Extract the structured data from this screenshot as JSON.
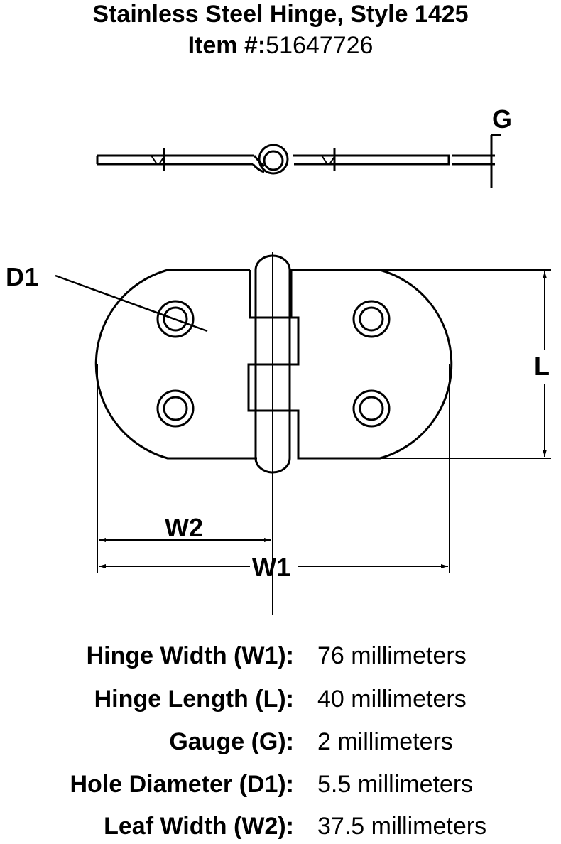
{
  "title": "Stainless Steel Hinge, Style 1425",
  "item_label": "Item #:",
  "item_number": "51647726",
  "diagram_labels": {
    "g": "G",
    "d1": "D1",
    "l": "L",
    "w1": "W1",
    "w2": "W2"
  },
  "specs": [
    {
      "label": "Hinge Width (W1):",
      "value": "76 millimeters"
    },
    {
      "label": "Hinge Length (L):",
      "value": "40 millimeters"
    },
    {
      "label": "Gauge (G):",
      "value": "2 millimeters"
    },
    {
      "label": "Hole Diameter (D1):",
      "value": "5.5 millimeters"
    },
    {
      "label": "Leaf Width (W2):",
      "value": "37.5 millimeters"
    }
  ]
}
